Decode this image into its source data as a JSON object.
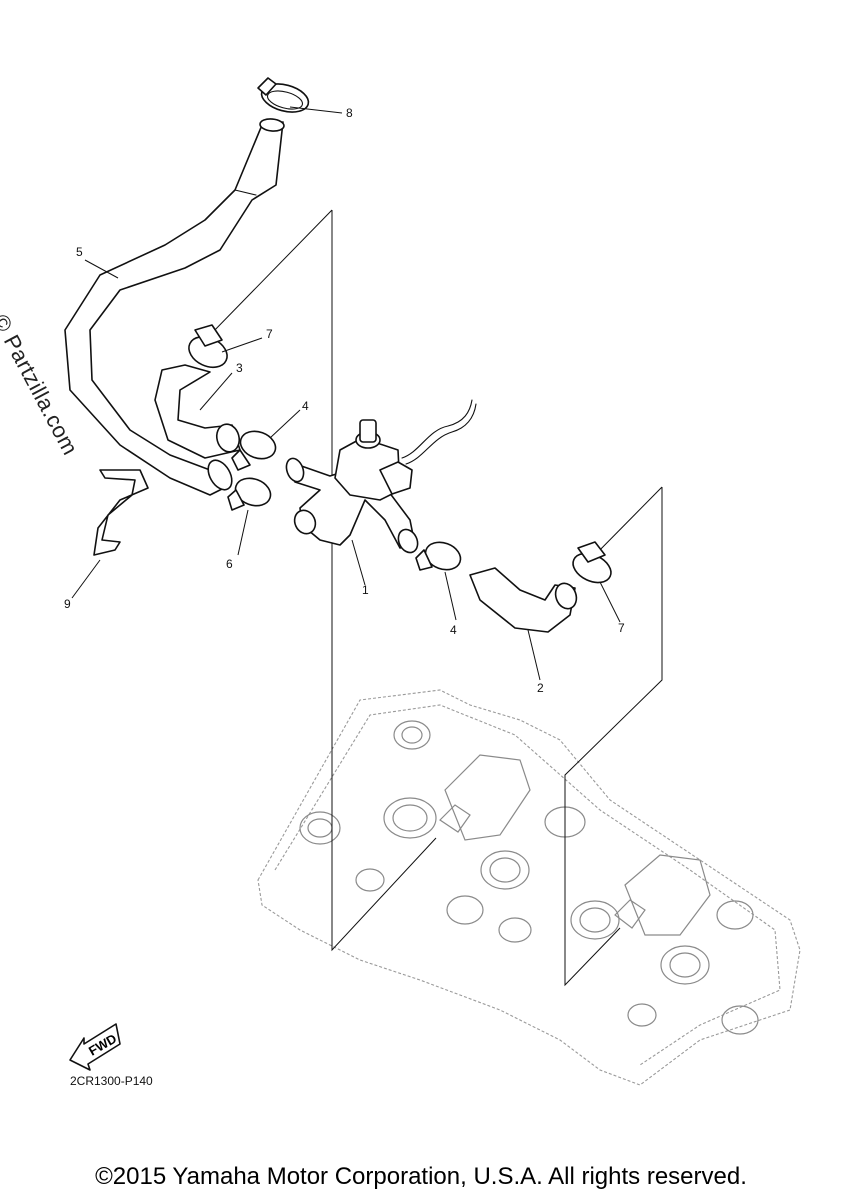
{
  "watermark": "© Partzilla.com",
  "diagram_code": "2CR1300-P140",
  "copyright": "©2015 Yamaha Motor Corporation, U.S.A. All rights reserved.",
  "fwd_label": "FWD",
  "callouts": {
    "c1": "1",
    "c2": "2",
    "c3": "3",
    "c4a": "4",
    "c4b": "4",
    "c5": "5",
    "c6": "6",
    "c7a": "7",
    "c7b": "7",
    "c8": "8",
    "c9": "9"
  },
  "colors": {
    "ink": "#111111",
    "ghost": "#9a9a9a",
    "background": "#ffffff"
  }
}
